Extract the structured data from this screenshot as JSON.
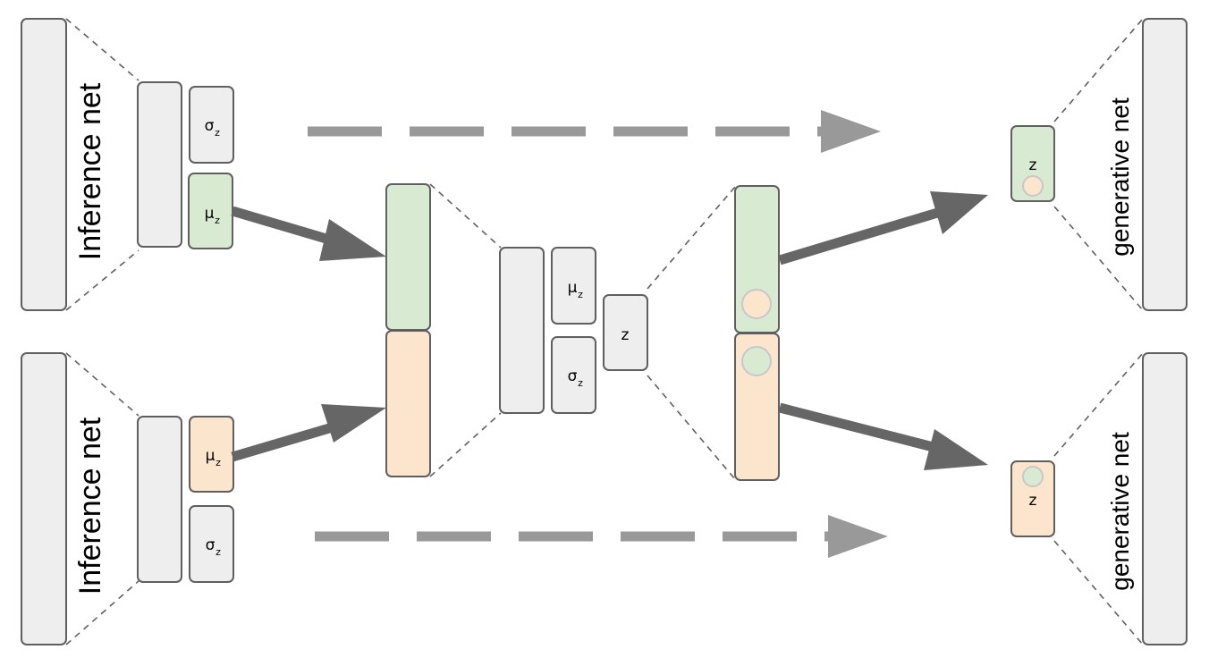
{
  "labels": {
    "inference_top": "Inference net",
    "inference_bottom": "Inference net",
    "generative_top": "generative net",
    "generative_bottom": "generative net"
  },
  "symbols": {
    "sigma": "σ",
    "mu": "μ",
    "z": "z",
    "sub": "z"
  },
  "colors": {
    "green": "#d9ead3",
    "orange": "#fce5cd",
    "gray": "#eeeeee",
    "stroke": "#5f5f5f",
    "arrow": "#666666",
    "dashed_arrow": "#999999"
  }
}
